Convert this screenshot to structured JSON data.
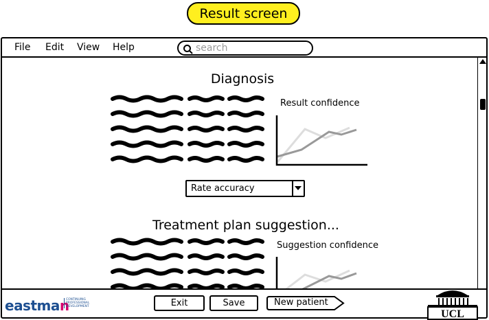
{
  "screen_title": "Result screen",
  "menu": {
    "file": "File",
    "edit": "Edit",
    "view": "View",
    "help": "Help"
  },
  "search": {
    "placeholder": "search"
  },
  "diagnosis": {
    "heading": "Diagnosis",
    "confidence_label": "Result confidence",
    "rate_dropdown": "Rate accuracy"
  },
  "treatment": {
    "heading": "Treatment plan suggestion...",
    "confidence_label": "Suggestion confidence"
  },
  "buttons": {
    "exit": "Exit",
    "save": "Save",
    "new_patient": "New patient"
  },
  "logos": {
    "eastman": "eastman",
    "eastman_sub": "CONTINUING PROFESSIONAL DEVELOPMENT",
    "ucl": "UCL"
  },
  "colors": {
    "title_pill": "#ffef1f",
    "eastman_blue": "#1d4f91",
    "eastman_pink": "#d6006e"
  }
}
